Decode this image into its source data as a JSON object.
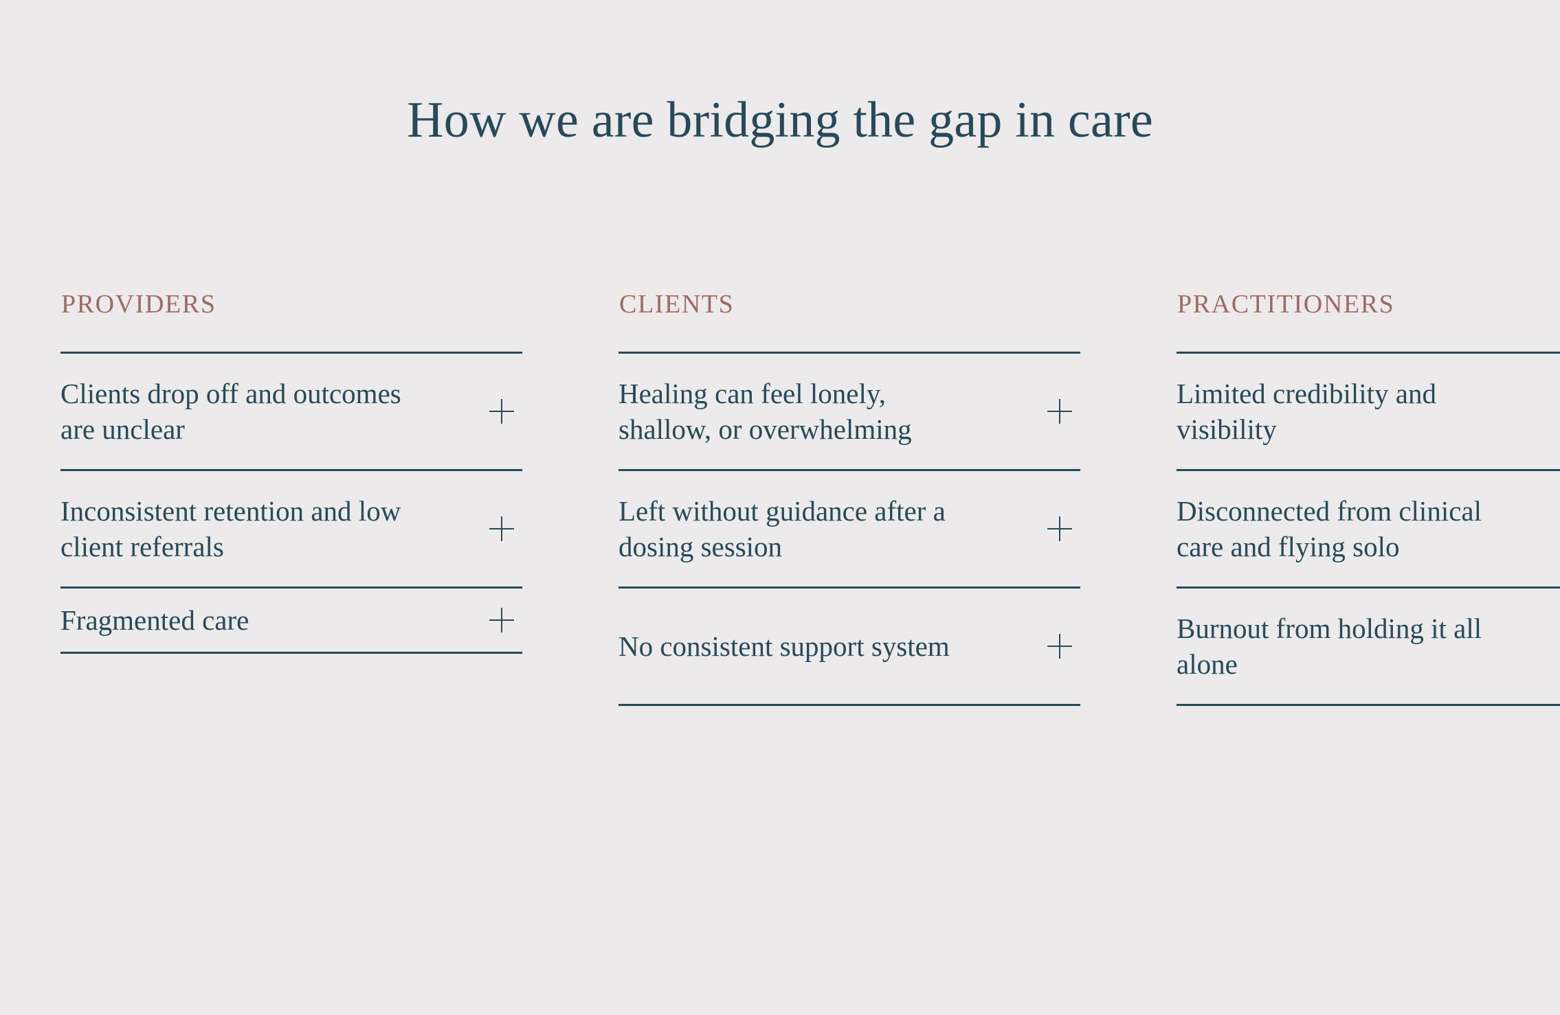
{
  "page": {
    "title": "How we are bridging the gap in care",
    "background_color": "#ECEAEA",
    "accent_teal": "#274A5A",
    "accent_rose": "#9E6B63"
  },
  "columns": [
    {
      "heading": "PROVIDERS",
      "items": [
        {
          "label": "Clients drop off and outcomes are unclear",
          "toggle": "plus-icon",
          "lines": 2
        },
        {
          "label": "Inconsistent retention and low client referrals",
          "toggle": "plus-icon",
          "lines": 2
        },
        {
          "label": "Fragmented care",
          "toggle": "plus-icon",
          "lines": 1
        }
      ]
    },
    {
      "heading": "CLIENTS",
      "items": [
        {
          "label": "Healing can feel lonely, shallow, or overwhelming",
          "toggle": "plus-icon",
          "lines": 2
        },
        {
          "label": "Left without guidance after a dosing session",
          "toggle": "plus-icon",
          "lines": 2
        },
        {
          "label": "No consistent support system",
          "toggle": "plus-icon",
          "lines": 2
        }
      ]
    },
    {
      "heading": "PRACTITIONERS",
      "items": [
        {
          "label": "Limited credibility and visibility",
          "toggle": "plus-icon",
          "lines": 2
        },
        {
          "label": "Disconnected from clinical care and flying solo",
          "toggle": "plus-icon",
          "lines": 2
        },
        {
          "label": "Burnout from holding it all alone",
          "toggle": "plus-icon",
          "lines": 2
        }
      ]
    }
  ]
}
